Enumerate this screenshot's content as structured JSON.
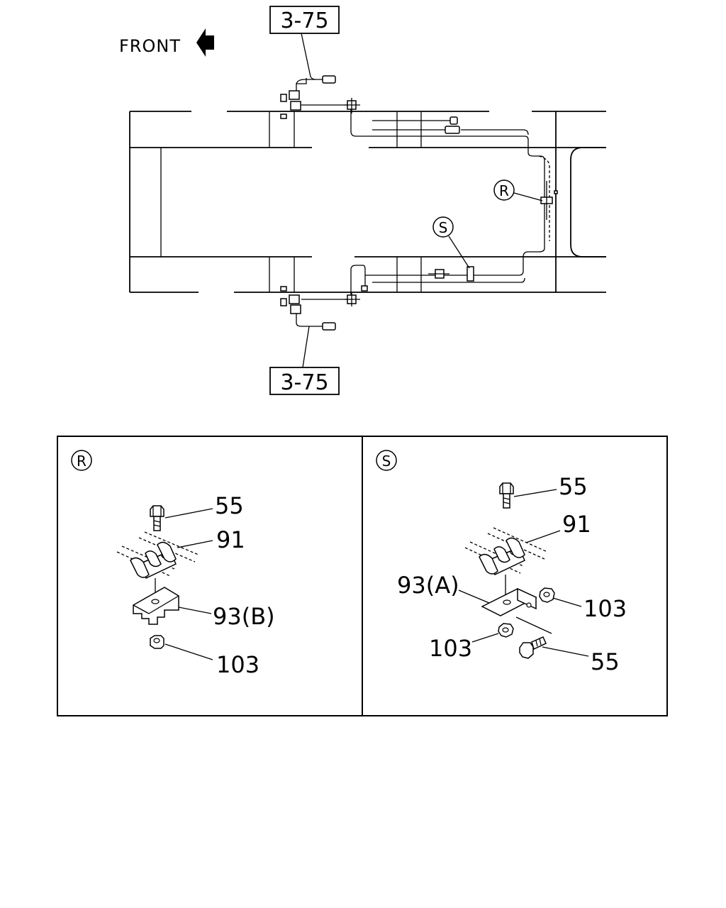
{
  "top_diagram": {
    "front_label": "FRONT",
    "ref_top": "3-75",
    "ref_bottom": "3-75",
    "callout_r": "R",
    "callout_s": "S"
  },
  "detail_r": {
    "callout": "R",
    "parts": {
      "bolt": "55",
      "clamp": "91",
      "bracket": "93(B)",
      "nut": "103"
    }
  },
  "detail_s": {
    "callout": "S",
    "parts": {
      "bolt_top": "55",
      "clamp": "91",
      "bracket": "93(A)",
      "nut_right": "103",
      "nut_left": "103",
      "bolt_bottom": "55"
    }
  }
}
